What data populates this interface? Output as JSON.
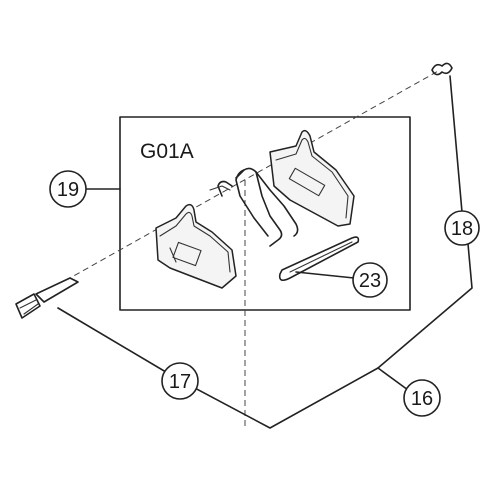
{
  "diagram": {
    "box_label": "G01A",
    "callouts": {
      "c16": "16",
      "c17": "17",
      "c18": "18",
      "c19": "19",
      "c23": "23"
    }
  }
}
